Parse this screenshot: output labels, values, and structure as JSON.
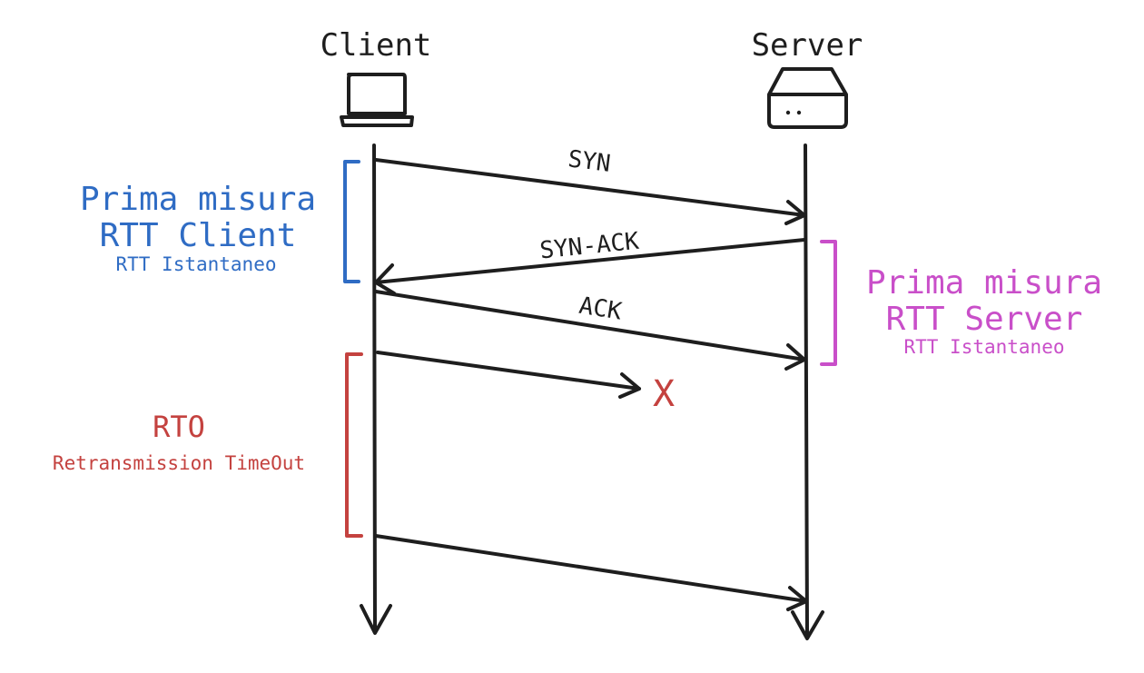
{
  "entities": {
    "client": {
      "label": "Client"
    },
    "server": {
      "label": "Server"
    }
  },
  "messages": {
    "syn": "SYN",
    "syn_ack": "SYN-ACK",
    "ack": "ACK",
    "lost_marker": "X"
  },
  "annotations": {
    "client_rtt": {
      "title_line1": "Prima misura",
      "title_line2": "RTT Client",
      "subtitle": "RTT Istantaneo"
    },
    "server_rtt": {
      "title_line1": "Prima misura",
      "title_line2": "RTT Server",
      "subtitle": "RTT Istantaneo"
    },
    "rto": {
      "title": "RTO",
      "subtitle": "Retransmission TimeOut"
    }
  },
  "colors": {
    "ink": "#1e1e1e",
    "client_rtt": "#2f6cc4",
    "server_rtt": "#c94fc9",
    "rto": "#c4423f"
  },
  "icons": {
    "client": "laptop-icon",
    "server": "server-icon"
  }
}
